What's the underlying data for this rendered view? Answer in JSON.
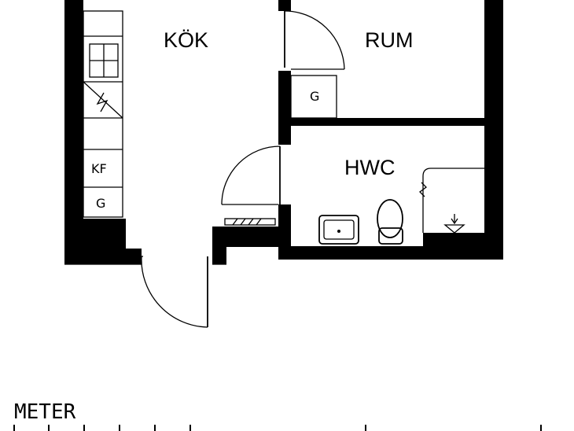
{
  "rooms": {
    "kitchen": "KÖK",
    "room": "RUM",
    "bathroom": "HWC"
  },
  "fixtures": {
    "fridge_freezer": "KF",
    "closet_kitchen": "G",
    "closet_room": "G"
  },
  "scale": {
    "label": "METER"
  },
  "colors": {
    "wall": "#000000",
    "background": "#ffffff"
  }
}
